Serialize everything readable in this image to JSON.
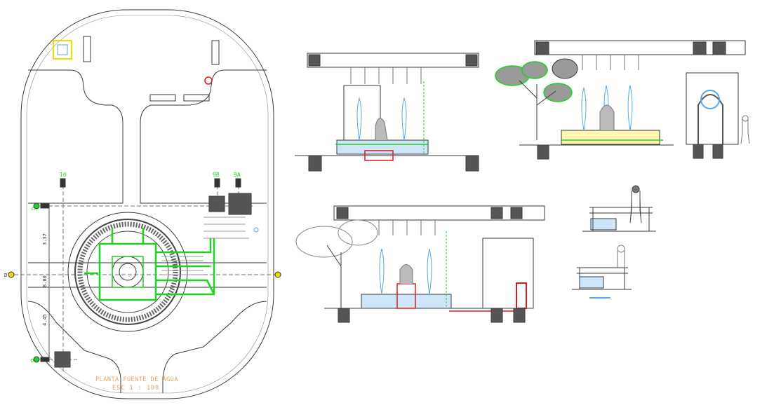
{
  "plan": {
    "title_line1": "PLANTA FUENTE DE AGUA",
    "title_line2": "ESC 1 : 100",
    "axis_labels": [
      "10",
      "9B",
      "9A",
      "D",
      "D",
      "D"
    ],
    "dimensions": [
      "3.37",
      "8.00",
      "4.45"
    ]
  },
  "colors": {
    "line": "#3a3a3a",
    "water": "#56a6e8",
    "pipe_green": "#1fd21f",
    "pipe_red": "#e01a1a",
    "foliage": "#9a9a9a",
    "label_orange": "#e8a060",
    "axis_yellow": "#e8e000"
  }
}
